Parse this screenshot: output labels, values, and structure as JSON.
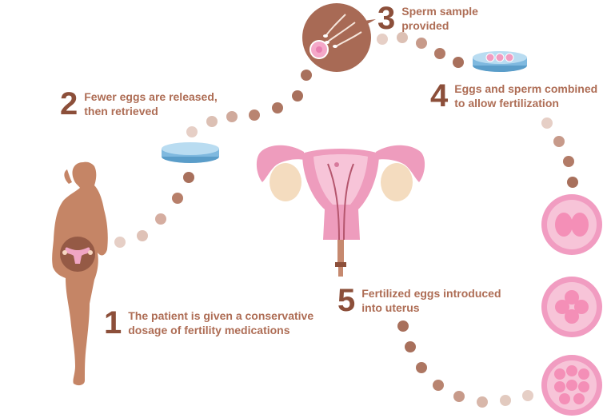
{
  "steps": [
    {
      "num": "1",
      "text_line1": "The patient is given a conservative",
      "text_line2": "dosage of fertility medications"
    },
    {
      "num": "2",
      "text_line1": "Fewer eggs are released,",
      "text_line2": "then retrieved"
    },
    {
      "num": "3",
      "text_line1": "Sperm sample",
      "text_line2": "provided"
    },
    {
      "num": "4",
      "text_line1": "Eggs and sperm combined",
      "text_line2": "to allow fertilization"
    },
    {
      "num": "5",
      "text_line1": "Fertilized eggs introduced",
      "text_line2": "into uterus"
    }
  ],
  "colors": {
    "dot_dark": "#a8705c",
    "dot_light": "#e6cfc6",
    "body_fill": "#c58566",
    "uterus_pink": "#ee9cbd",
    "dish_blue": "#7fb9df",
    "embryo_pink": "#f19cc1"
  }
}
